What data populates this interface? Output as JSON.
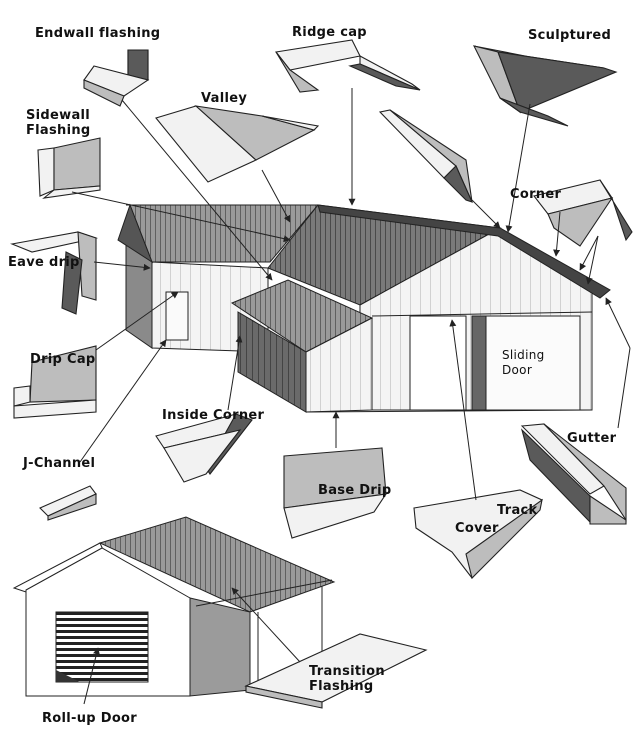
{
  "labels": {
    "endwall_flashing": "Endwall flashing",
    "ridge_cap": "Ridge cap",
    "sculptured": "Sculptured",
    "sidewall_flashing_1": "Sidewall",
    "sidewall_flashing_2": "Flashing",
    "valley": "Valley",
    "corner": "Corner",
    "eave_drip": "Eave drip",
    "drip_cap": "Drip Cap",
    "inside_corner": "Inside Corner",
    "j_channel": "J-Channel",
    "base_drip": "Base Drip",
    "track": "Track",
    "cover": "Cover",
    "gutter": "Gutter",
    "sliding_door_1": "Sliding",
    "sliding_door_2": "Door",
    "transition_flashing_1": "Transition",
    "transition_flashing_2": "Flashing",
    "roll_up_door": "Roll-up Door"
  }
}
